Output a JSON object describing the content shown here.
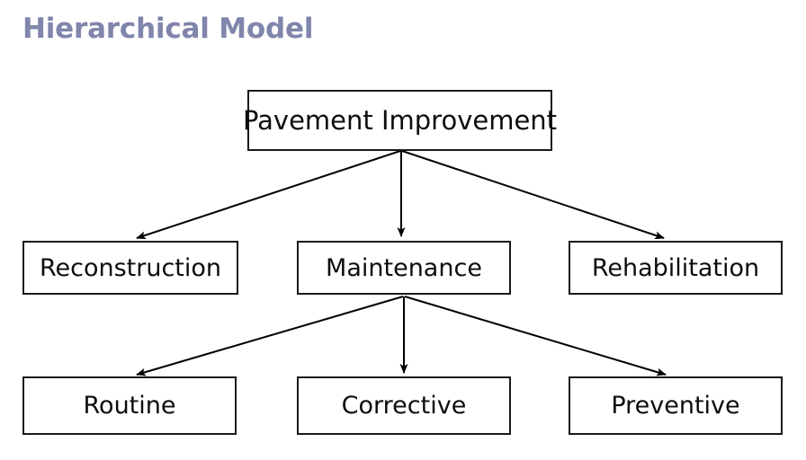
{
  "title": "Hierarchical Model",
  "colors": {
    "title": "#8085ab",
    "box_border": "#1a1a1a",
    "box_fill": "#ffffff",
    "edge": "#000000",
    "background": "#ffffff",
    "label_text": "#0d0d0d"
  },
  "diagram": {
    "type": "hierarchy-tree",
    "levels": [
      {
        "level": 0,
        "nodes": [
          {
            "id": "root",
            "label": "Pavement Improvement"
          }
        ]
      },
      {
        "level": 1,
        "nodes": [
          {
            "id": "recon",
            "label": "Reconstruction"
          },
          {
            "id": "maint",
            "label": "Maintenance"
          },
          {
            "id": "rehab",
            "label": "Rehabilitation"
          }
        ]
      },
      {
        "level": 2,
        "nodes": [
          {
            "id": "routine",
            "label": "Routine"
          },
          {
            "id": "corrective",
            "label": "Corrective"
          },
          {
            "id": "preventive",
            "label": "Preventive"
          }
        ]
      }
    ],
    "edges": [
      {
        "from": "root",
        "to": "recon",
        "style": "arrow"
      },
      {
        "from": "root",
        "to": "maint",
        "style": "arrow"
      },
      {
        "from": "root",
        "to": "rehab",
        "style": "arrow"
      },
      {
        "from": "maint",
        "to": "routine",
        "style": "arrow"
      },
      {
        "from": "maint",
        "to": "corrective",
        "style": "arrow"
      },
      {
        "from": "maint",
        "to": "preventive",
        "style": "arrow"
      }
    ]
  }
}
